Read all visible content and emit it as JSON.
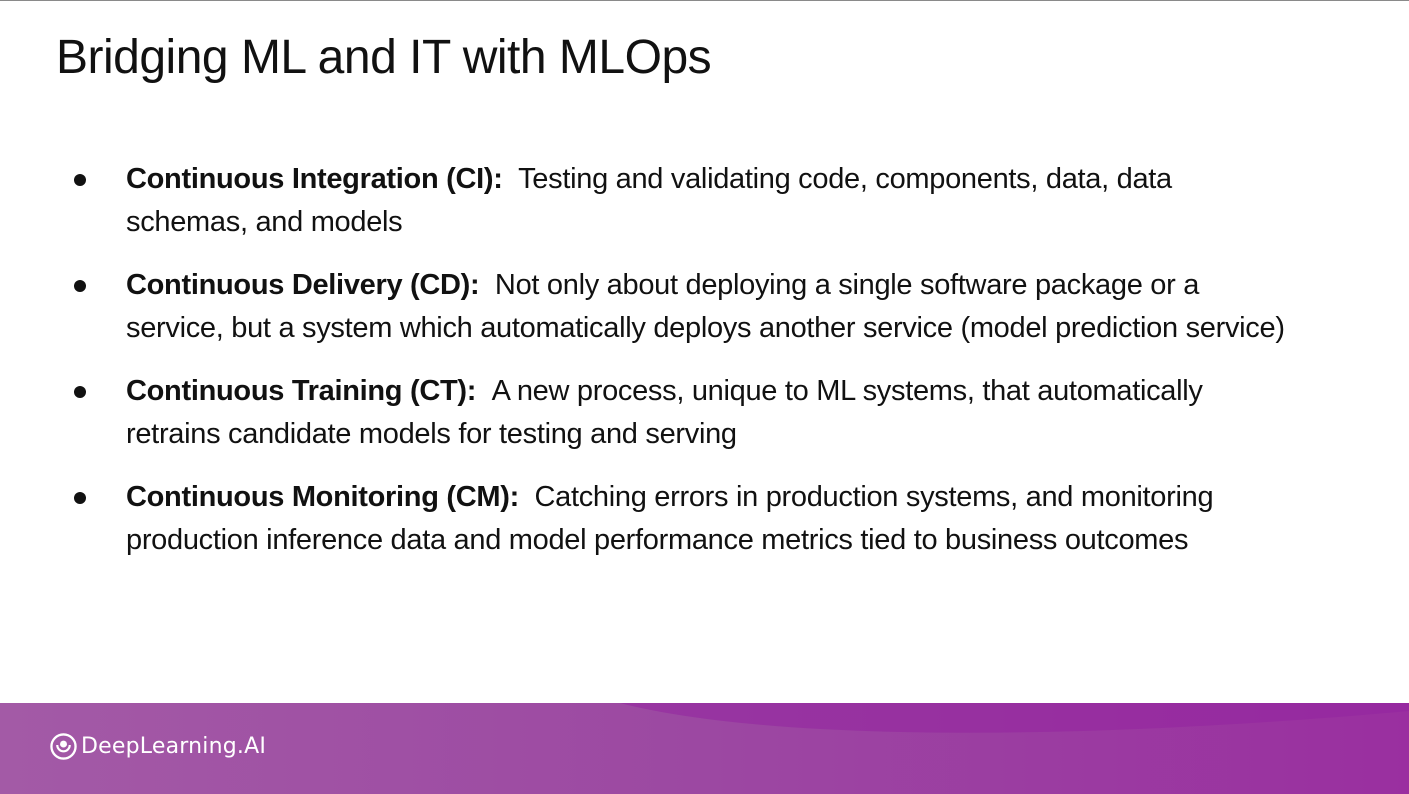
{
  "slide": {
    "title": "Bridging ML and IT with MLOps"
  },
  "bullets": [
    {
      "term": "Continuous Integration (CI):",
      "description": "Testing and validating code, components, data, data schemas, and models"
    },
    {
      "term": "Continuous Delivery (CD):",
      "description": "Not only about deploying a single software package or a service, but a system which automatically deploys another service (model prediction service)"
    },
    {
      "term": "Continuous Training (CT):",
      "description": "A new process, unique to ML systems, that automatically retrains candidate models for testing and serving"
    },
    {
      "term": "Continuous Monitoring (CM):",
      "description": "Catching errors in production systems, and monitoring production inference data and model performance metrics tied to business outcomes"
    }
  ],
  "footer": {
    "brand_name": "DeepLearning.AI",
    "brand_icon": "deeplearning-ai-logo-icon",
    "colors": {
      "band_start": "#a35aa6",
      "band_end": "#9a2fa0"
    }
  }
}
